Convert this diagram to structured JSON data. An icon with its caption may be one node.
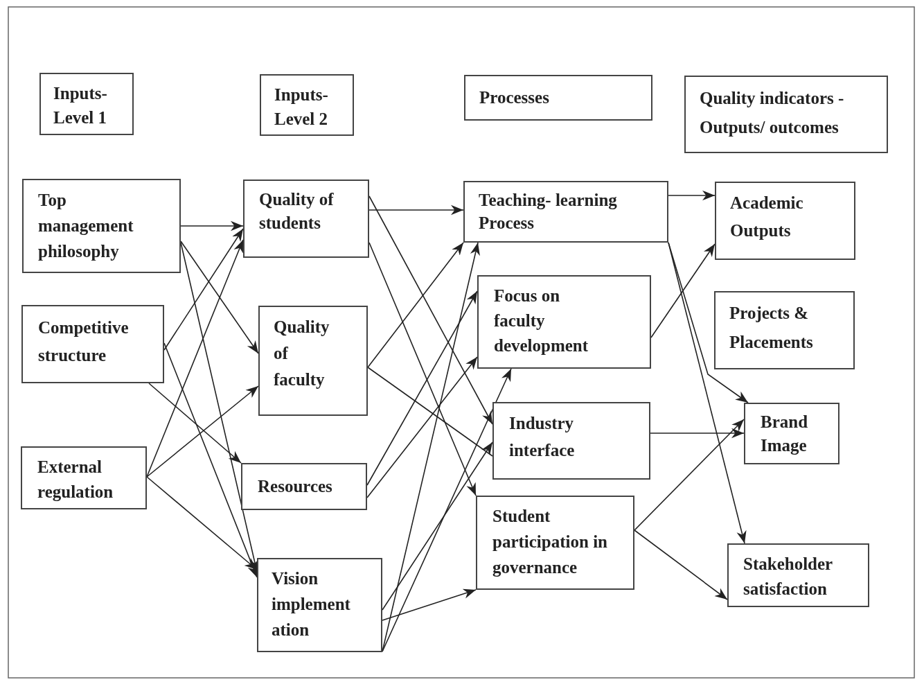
{
  "diagram": {
    "nodes": [
      {
        "text": [
          "Inputs- Level 1"
        ]
      },
      {
        "text": [
          "Inputs- Level 2"
        ]
      },
      {
        "text": [
          "Processes"
        ]
      },
      {
        "text": [
          "Quality indicators - Outputs/ outcomes"
        ]
      },
      {
        "text": [
          "Top management philosophy"
        ]
      },
      {
        "text": [
          "Competitive structure"
        ]
      },
      {
        "text": [
          "External regulation"
        ]
      },
      {
        "text": [
          "Quality of students"
        ]
      },
      {
        "text": [
          "Quality of faculty"
        ]
      },
      {
        "text": [
          "Resources"
        ]
      },
      {
        "text": [
          "Vision implement ation"
        ]
      },
      {
        "text": [
          "Teaching- learning Process"
        ]
      },
      {
        "text": [
          "Focus on faculty development"
        ]
      },
      {
        "text": [
          "Industry interface"
        ]
      },
      {
        "text": [
          "Student participation in governance"
        ]
      },
      {
        "text": [
          "Academic Outputs"
        ]
      },
      {
        "text": [
          "Projects & Placements"
        ]
      },
      {
        "text": [
          "Brand Image"
        ]
      },
      {
        "text": [
          "Stakeholder satisfaction"
        ]
      }
    ],
    "edges": [
      {
        "from": 4,
        "to": 7,
        "arrow": "to"
      },
      {
        "from": 4,
        "to": 8,
        "arrow": "to"
      },
      {
        "from": 4,
        "to": 10,
        "arrow": "to"
      },
      {
        "from": 5,
        "to": 7,
        "arrow": "to"
      },
      {
        "from": 5,
        "to": 10,
        "arrow": "to"
      },
      {
        "from": 5,
        "to": 9,
        "arrow": "to"
      },
      {
        "from": 6,
        "to": 7,
        "arrow": "to"
      },
      {
        "from": 6,
        "to": 8,
        "arrow": "to"
      },
      {
        "from": 6,
        "to": 10,
        "arrow": "to"
      },
      {
        "from": 7,
        "to": 11,
        "arrow": "to"
      },
      {
        "from": 7,
        "to": 13,
        "arrow": "to"
      },
      {
        "from": 7,
        "to": 14,
        "arrow": "to"
      },
      {
        "from": 8,
        "to": 11,
        "arrow": "to"
      },
      {
        "from": 8,
        "to": 13,
        "arrow": "none"
      },
      {
        "from": 9,
        "to": 12,
        "arrow": "to"
      },
      {
        "from": 9,
        "to": 12,
        "arrow": "to"
      },
      {
        "from": 10,
        "to": 11,
        "arrow": "to"
      },
      {
        "from": 10,
        "to": 12,
        "arrow": "to"
      },
      {
        "from": 10,
        "to": 13,
        "arrow": "to"
      },
      {
        "from": 10,
        "to": 14,
        "arrow": "to"
      },
      {
        "from": 11,
        "to": 15,
        "arrow": "to"
      },
      {
        "from": 11,
        "to": 17,
        "arrow": "to"
      },
      {
        "from": 11,
        "to": 18,
        "arrow": "to"
      },
      {
        "from": 12,
        "to": 15,
        "arrow": "to"
      },
      {
        "from": 13,
        "to": 17,
        "arrow": "to"
      },
      {
        "from": 14,
        "to": 17,
        "arrow": "to"
      },
      {
        "from": 14,
        "to": 18,
        "arrow": "to"
      }
    ]
  }
}
